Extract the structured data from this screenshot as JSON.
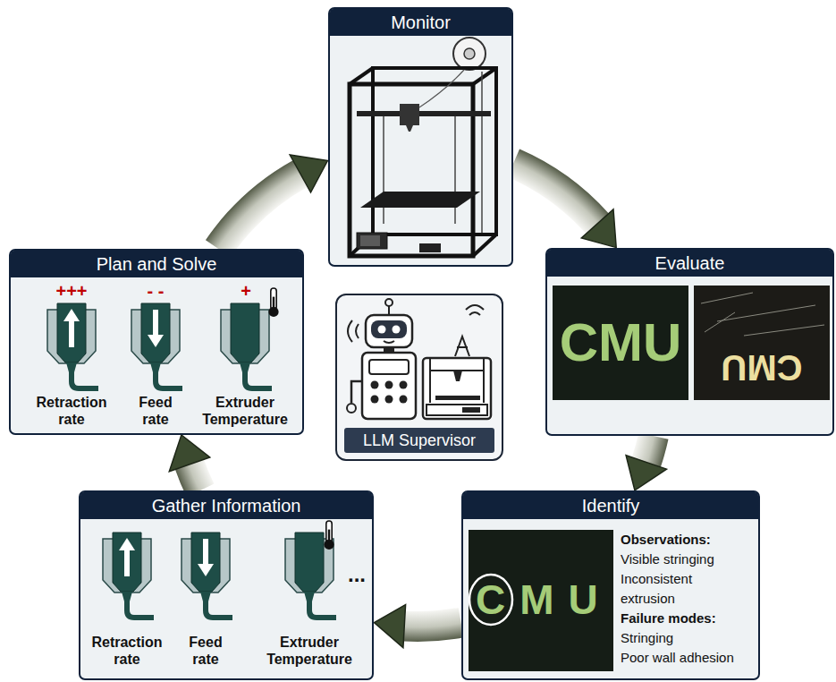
{
  "diagram": {
    "nodes": [
      {
        "text": [
          "Monitor"
        ]
      },
      {
        "text": [
          "Evaluate"
        ]
      },
      {
        "text": [
          "Identify",
          "Observations:",
          "Visible stringing",
          "Inconsistent extrusion",
          "Failure modes:",
          "Stringing",
          "Poor wall adhesion"
        ]
      },
      {
        "text": [
          "Gather Information",
          "Retraction rate",
          "Feed rate",
          "Extruder Temperature",
          "..."
        ]
      },
      {
        "text": [
          "Plan and Solve",
          "+++",
          "- -",
          "+",
          "Retraction rate",
          "Feed rate",
          "Extruder Temperature"
        ]
      },
      {
        "text": [
          "LLM Supervisor"
        ]
      }
    ],
    "edges": [
      {
        "from": 0,
        "to": 1,
        "arrow": "to"
      },
      {
        "from": 1,
        "to": 2,
        "arrow": "to"
      },
      {
        "from": 2,
        "to": 3,
        "arrow": "to"
      },
      {
        "from": 3,
        "to": 4,
        "arrow": "to"
      },
      {
        "from": 4,
        "to": 0,
        "arrow": "to"
      }
    ],
    "labels": [
      "CMU",
      "CMU",
      "CMU"
    ]
  }
}
